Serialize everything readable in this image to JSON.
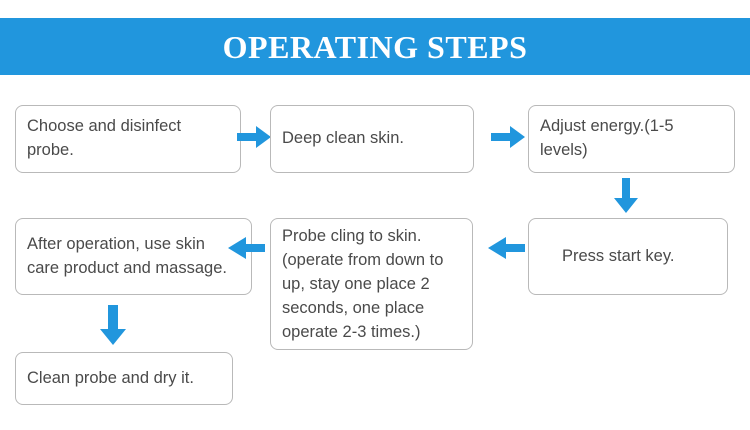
{
  "header": {
    "title": "OPERATING STEPS",
    "background_color": "#2196dd",
    "text_color": "#ffffff"
  },
  "theme": {
    "accent_color": "#2196dd",
    "box_border_color": "#b9b9b9",
    "box_text_color": "#4a4a4a",
    "page_background": "#ffffff"
  },
  "flow": {
    "steps": [
      {
        "id": "choose",
        "label": "Choose and disinfect probe."
      },
      {
        "id": "deep-clean",
        "label": "Deep clean skin."
      },
      {
        "id": "adjust",
        "label": "Adjust energy.(1-5 levels)"
      },
      {
        "id": "press-start",
        "label": "Press start key."
      },
      {
        "id": "probe-cling",
        "label": "Probe cling to skin. (operate from down to up, stay one place 2 seconds, one place operate 2-3 times.)"
      },
      {
        "id": "after",
        "label": "After operation, use skin care product and massage."
      },
      {
        "id": "clean",
        "label": "Clean probe and dry it."
      }
    ],
    "connectors": [
      {
        "id": "choose-to-deepclean",
        "direction": "right"
      },
      {
        "id": "deepclean-to-adjust",
        "direction": "right"
      },
      {
        "id": "adjust-to-press",
        "direction": "down"
      },
      {
        "id": "press-to-probecling",
        "direction": "left"
      },
      {
        "id": "probecling-to-after",
        "direction": "left"
      },
      {
        "id": "after-to-clean",
        "direction": "down"
      }
    ]
  }
}
